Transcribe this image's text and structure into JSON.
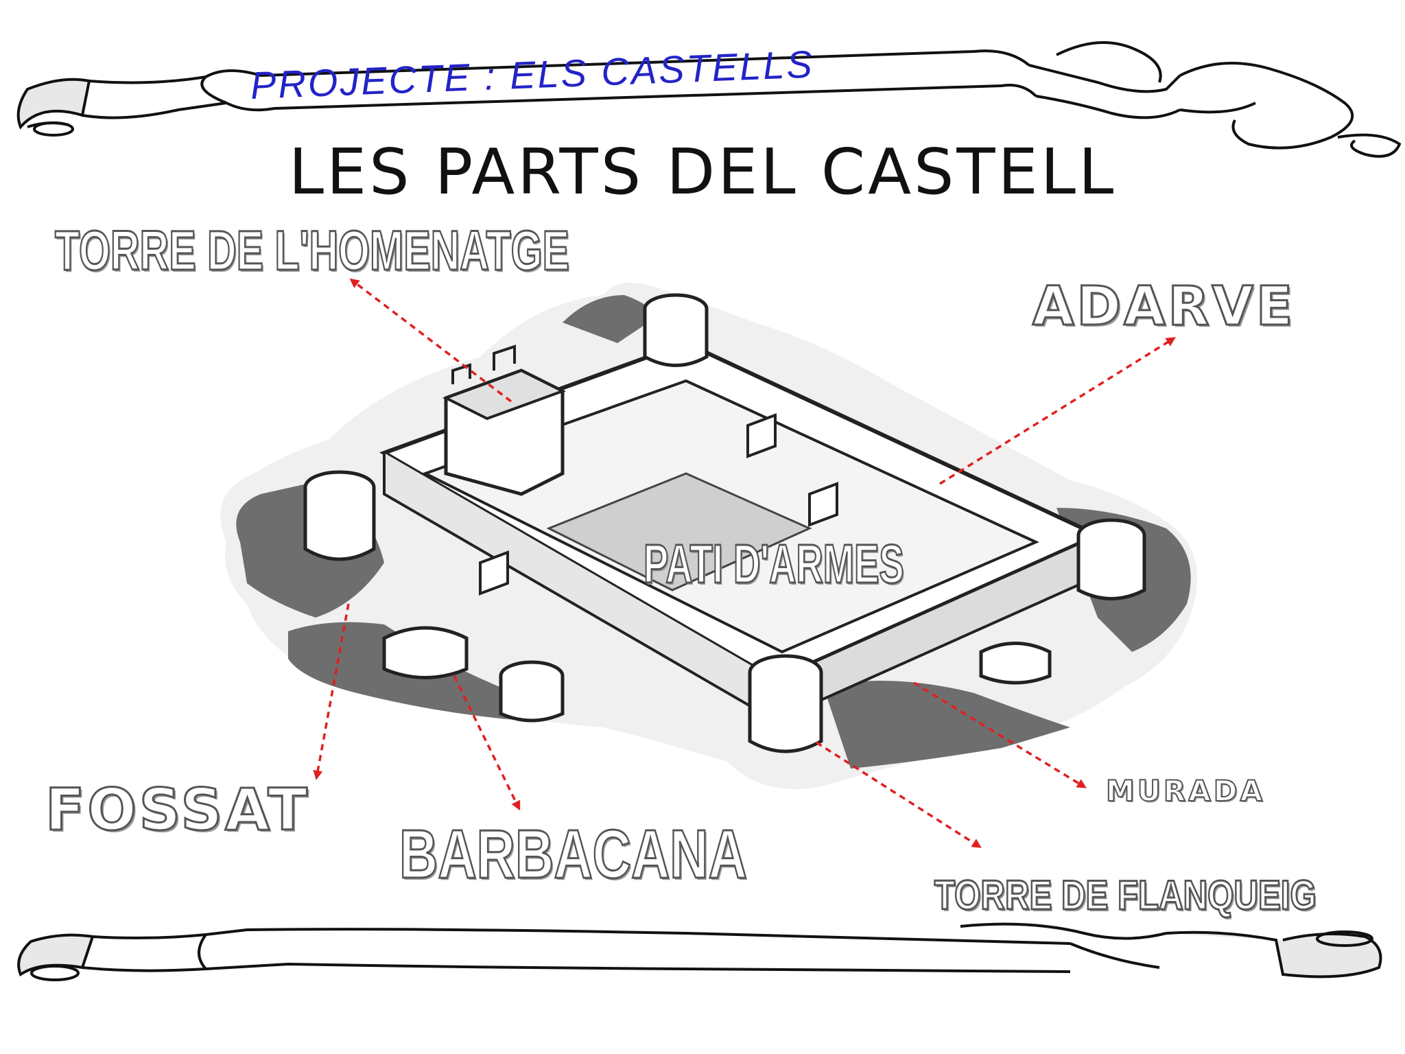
{
  "header": {
    "banner_text": "PROJECTE : ELS CASTELLS",
    "title": "LES PARTS DEL CASTELL"
  },
  "labels": {
    "torre_homenatge": "TORRE DE L'HOMENATGE",
    "adarve": "ADARVE",
    "pati_armes": "PATI D'ARMES",
    "fossat": "FOSSAT",
    "barbacana": "BARBACANA",
    "murada": "MURADA",
    "torre_flanqueig": "TORRE DE FLANQUEIG"
  },
  "colors": {
    "banner_text": "#2323c8",
    "arrow": "#e02020",
    "moat": "#6e6e6e"
  }
}
